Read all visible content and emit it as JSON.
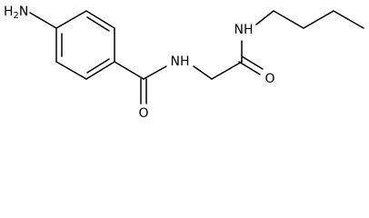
{
  "molecule": {
    "atoms": {
      "amine": {
        "element": "H",
        "subscript": "2",
        "suffix": "N"
      },
      "amide_nh_1": {
        "label": "NH"
      },
      "amide_o_1": {
        "label": "O"
      },
      "amide_nh_2": {
        "label": "NH"
      },
      "amide_o_2": {
        "label": "O"
      }
    }
  }
}
